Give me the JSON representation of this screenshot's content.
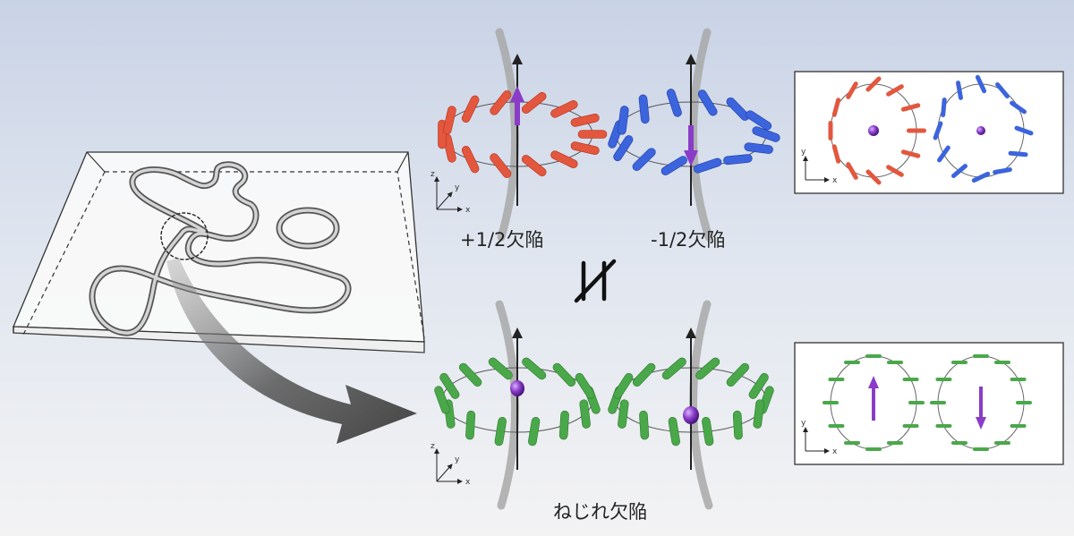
{
  "labels": {
    "plus_half": "+1/2欠陥",
    "minus_half": "-1/2欠陥",
    "twist": "ねじれ欠陥"
  },
  "axes": {
    "x": "x",
    "y": "y",
    "z": "z"
  },
  "colors": {
    "red_rods": "#e2573e",
    "blue_rods": "#3c64dc",
    "green_rods": "#4aa84a",
    "arrow_purple": "#8a3cc8",
    "tube_gray": "#9a9a9a",
    "background_top": "#c9d3e6",
    "background_bottom": "#f3f3f4"
  },
  "symbols": {
    "not_equivalent": "not-equivalent-icon"
  }
}
